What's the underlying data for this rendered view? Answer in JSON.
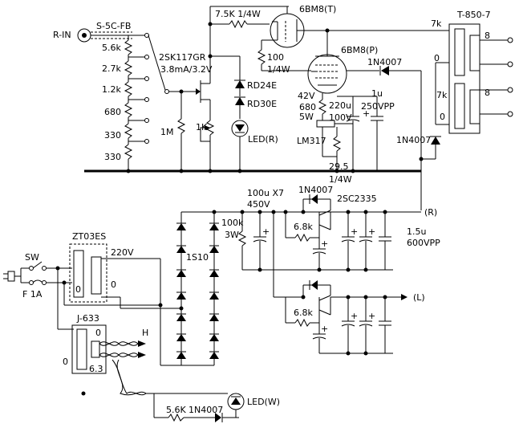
{
  "labels": {
    "r_in": "R-IN",
    "switch_name": "S-5C-FB",
    "r1": "5.6k",
    "r2": "2.7k",
    "r3": "1.2k",
    "r4": "680",
    "r5": "330",
    "r6": "330",
    "fet": "2SK117GR",
    "fet_bias": "3.8mA/3.2V",
    "r_1m": "1M",
    "pot_1k": "1K",
    "rd24": "RD24E",
    "rd30": "RD30E",
    "led_r": "LED(R)",
    "r_75k": "7.5K 1/4W",
    "tube_t": "6BM8(T)",
    "tube_p": "6BM8(P)",
    "r_100": "100",
    "r_100_w": "1/4W",
    "d_1n4007_a": "1N4007",
    "v42": "42V",
    "r_680": "680",
    "r_680_w": "5W",
    "c_220u": "220u",
    "c_220u_v": "100V",
    "c_1u": "1u",
    "c_1u_v": "250VPP",
    "lm317": "LM317",
    "r_29_5": "29.5",
    "r_29_5_w": "1/4W",
    "transformer": "T-850-7",
    "t_7k_top": "7k",
    "t_8_top": "8",
    "t_0_mid": "0",
    "t_7k_bot": "7k",
    "t_8_bot": "8",
    "t_0_bot": "0",
    "d_1n4007_b": "1N4007",
    "c_100u_x7": "100u X7",
    "c_100u_v": "450V",
    "d_1n4007_c": "1N4007",
    "q_2sc2335": "2SC2335",
    "r_100k": "100k",
    "r_100k_w": "3W",
    "d_1s10": "1S10",
    "r_6_8k_a": "6.8k",
    "r_6_8k_b": "6.8k",
    "out_r": "(R)",
    "out_l": "(L)",
    "c_1_5u": "1.5u",
    "c_1_5u_v": "600VPP",
    "sw": "SW",
    "fuse": "F 1A",
    "zt03es": "ZT03ES",
    "v220": "220V",
    "pt_0a": "0",
    "pt_0b": "0",
    "j633": "J-633",
    "j_0": "0",
    "j_0b": "0",
    "j_63": "6.3",
    "heater": "H",
    "r_5_6k": "5.6K",
    "d_1n4007_d": "1N4007",
    "led_w": "LED(W)"
  }
}
